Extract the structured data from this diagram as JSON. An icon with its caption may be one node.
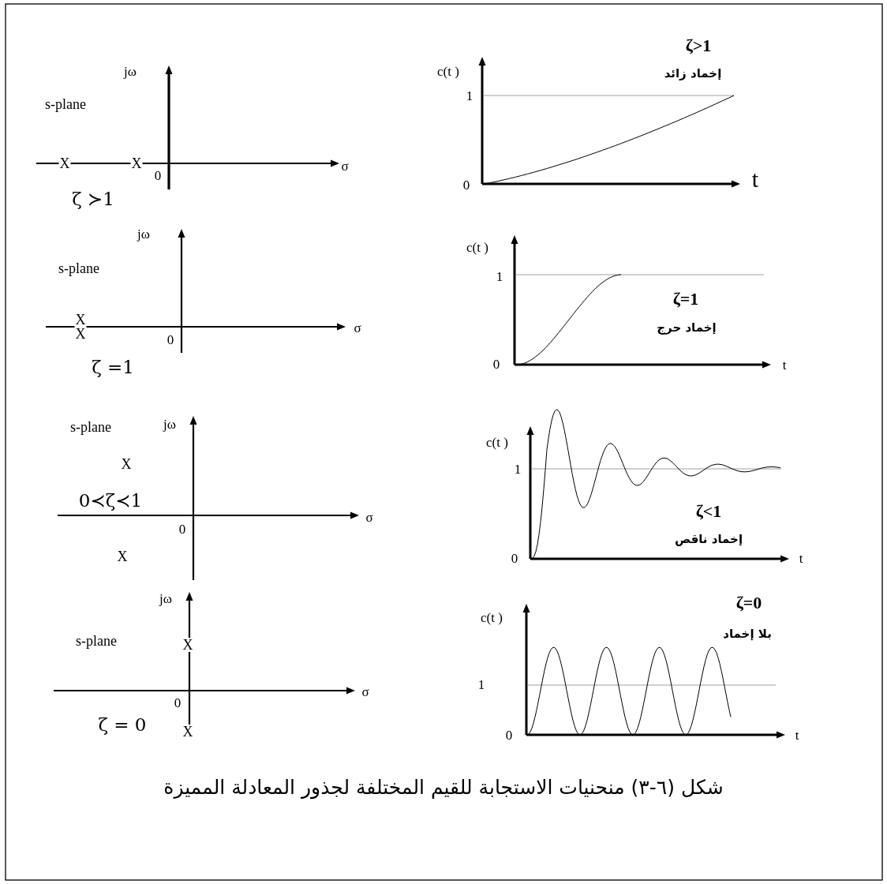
{
  "diagram": {
    "caption": "شكل (٦-٣) منحنيات الاستجابة للقيم المختلفة لجذور المعادلة المميزة",
    "labels": [
      "ζ>1",
      "jω",
      "c(t )",
      "إخماد زائد",
      "1",
      "s-plane",
      "X",
      "X",
      "σ",
      "0",
      "0",
      "t",
      "ζ ≻1",
      "jω",
      "c(t )",
      "s-plane",
      "1",
      "ζ=1",
      "X",
      "X",
      "σ",
      "إخماد حرج",
      "0",
      "0",
      "t",
      "ζ =1",
      "s-plane",
      "jω",
      "c(t )",
      "X",
      "1",
      "0≺ζ≺1",
      "ζ<1",
      "σ",
      "0",
      "إخماد ناقص",
      "X",
      "0",
      "t",
      "jω",
      "ζ=0",
      "c(t )",
      "بلا إخماد",
      "s-plane",
      "X",
      "1",
      "σ",
      "0",
      "ζ = 0",
      "X",
      "0",
      "t"
    ]
  }
}
